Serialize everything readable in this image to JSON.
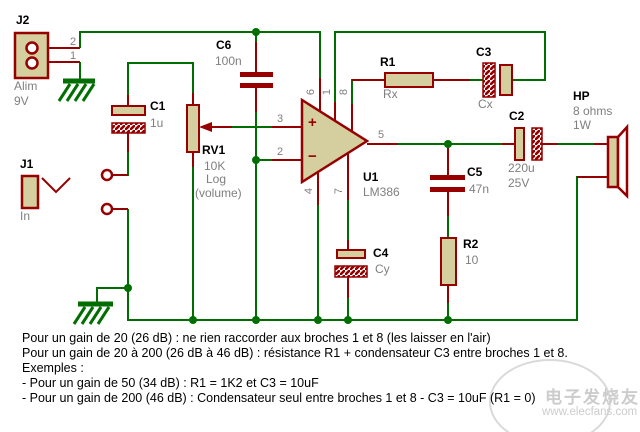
{
  "title": "Amplificateur audio LM386 - schéma",
  "labels": {
    "j2_ref": "J2",
    "j2_pin2": "2",
    "j2_pin1": "1",
    "j2_l1": "Alim",
    "j2_l2": "9V",
    "j1_ref": "J1",
    "j1_l1": "In",
    "c1_ref": "C1",
    "c1_val": "1u",
    "rv1_ref": "RV1",
    "rv1_val": "10K",
    "rv1_l2": "Log",
    "rv1_l3": "(volume)",
    "c6_ref": "C6",
    "c6_val": "100n",
    "u1_ref": "U1",
    "u1_val": "LM386",
    "u1_plus": "+",
    "u1_minus": "−",
    "pin3": "3",
    "pin2": "2",
    "pin5": "5",
    "pin6": "6",
    "pin1": "1",
    "pin8": "8",
    "pin4": "4",
    "pin7": "7",
    "r1_ref": "R1",
    "r1_val": "Rx",
    "c3_ref": "C3",
    "c3_val": "Cx",
    "c2_ref": "C2",
    "c2_val": "220u",
    "c2_val2": "25V",
    "c5_ref": "C5",
    "c5_val": "47n",
    "r2_ref": "R2",
    "r2_val": "10",
    "c4_ref": "C4",
    "c4_val": "Cy",
    "hp_ref": "HP",
    "hp_val": "8 ohms",
    "hp_val2": "1W"
  },
  "notes": [
    "Pour un gain de 20 (26 dB) : ne rien raccorder aux broches 1 et 8 (les laisser en l'air)",
    "Pour un gain de 20 à 200 (26 dB à 46 dB) : résistance R1 + condensateur C3 entre broches 1 et 8.",
    "Exemples :",
    "- Pour un gain de 50 (34 dB) : R1 = 1K2 et C3 = 10uF",
    "- Pour un gain de 200 (46 dB) : Condensateur seul entre broches 1 et 8 - C3 = 10uF (R1 = 0)"
  ],
  "watermark": {
    "cn": "电子发烧友",
    "url": "www.elecfans.com"
  },
  "colors": {
    "wire_green": "#006e00",
    "component_red": "#960000",
    "body_fill": "#d5cf9f",
    "value_gray": "#7f7f7f",
    "text_black": "#000000",
    "watermark_gray": "#cccccc"
  }
}
